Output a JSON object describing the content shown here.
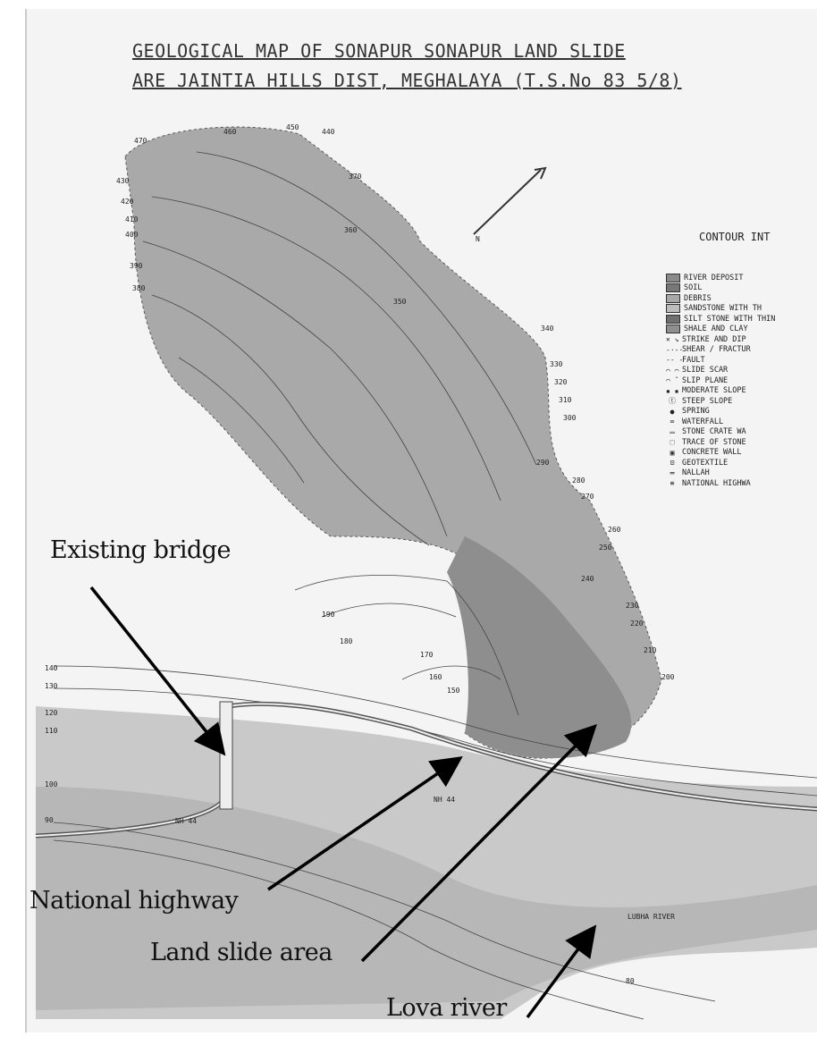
{
  "map": {
    "title_line1": "GEOLOGICAL MAP OF SONAPUR SONAPUR LAND SLIDE",
    "title_line2": "ARE JAINTIA HILLS DIST, MEGHALAYA (T.S.No 83 5/8)",
    "contour_interval_label": "CONTOUR INT",
    "north_arrow": "N",
    "road_label": "NH 44",
    "river_label": "LUBHA RIVER",
    "contour_labels": [
      "470",
      "460",
      "450",
      "440",
      "430",
      "420",
      "410",
      "400",
      "390",
      "380",
      "370",
      "360",
      "350",
      "340",
      "330",
      "320",
      "310",
      "300",
      "290",
      "280",
      "270",
      "260",
      "250",
      "240",
      "230",
      "220",
      "210",
      "200",
      "190",
      "180",
      "170",
      "160",
      "150",
      "140",
      "130",
      "120",
      "110",
      "100",
      "90",
      "80"
    ],
    "legend": [
      {
        "symbol": "swatch",
        "color": "#8a8a8a",
        "label": "RIVER DEPOSIT"
      },
      {
        "symbol": "swatch",
        "color": "#777777",
        "label": "SOIL"
      },
      {
        "symbol": "swatch",
        "color": "#a8a8a8",
        "label": "DEBRIS"
      },
      {
        "symbol": "swatch",
        "color": "#bdbdbd",
        "label": "SANDSTONE WITH TH"
      },
      {
        "symbol": "swatch",
        "color": "#6f6f6f",
        "label": "SILT STONE WITH THIN"
      },
      {
        "symbol": "swatch",
        "color": "#8f8f8f",
        "label": "SHALE AND CLAY"
      },
      {
        "symbol": "glyph",
        "glyph": "✕ ↘",
        "label": "STRIKE AND DIP"
      },
      {
        "symbol": "glyph",
        "glyph": "-·-·",
        "label": "SHEAR / FRACTUR"
      },
      {
        "symbol": "glyph",
        "glyph": "-- -",
        "label": "FAULT"
      },
      {
        "symbol": "glyph",
        "glyph": "⌒ ⌒",
        "label": "SLIDE SCAR"
      },
      {
        "symbol": "glyph",
        "glyph": "⌒ ˇ",
        "label": "SLIP PLANE"
      },
      {
        "symbol": "glyph",
        "glyph": "▪ ▪",
        "label": "MODERATE SLOPE"
      },
      {
        "symbol": "glyph",
        "glyph": "ⓣ",
        "label": "STEEP SLOPE"
      },
      {
        "symbol": "glyph",
        "glyph": "●",
        "label": "SPRING"
      },
      {
        "symbol": "glyph",
        "glyph": "∞",
        "label": "WATERFALL"
      },
      {
        "symbol": "glyph",
        "glyph": "▭",
        "label": "STONE CRATE WA"
      },
      {
        "symbol": "glyph",
        "glyph": "⬚",
        "label": "TRACE OF STONE"
      },
      {
        "symbol": "glyph",
        "glyph": "▣",
        "label": "CONCRETE WALL"
      },
      {
        "symbol": "glyph",
        "glyph": "⊡",
        "label": "GEOTEXTILE"
      },
      {
        "symbol": "glyph",
        "glyph": "═",
        "label": "NALLAH"
      },
      {
        "symbol": "glyph",
        "glyph": "≡",
        "label": "NATIONAL HIGHWA"
      }
    ]
  },
  "annotations": {
    "existing_bridge": "Existing bridge",
    "national_highway": "National highway",
    "land_slide_area": "Land slide area",
    "lova_river": "Lova river"
  }
}
